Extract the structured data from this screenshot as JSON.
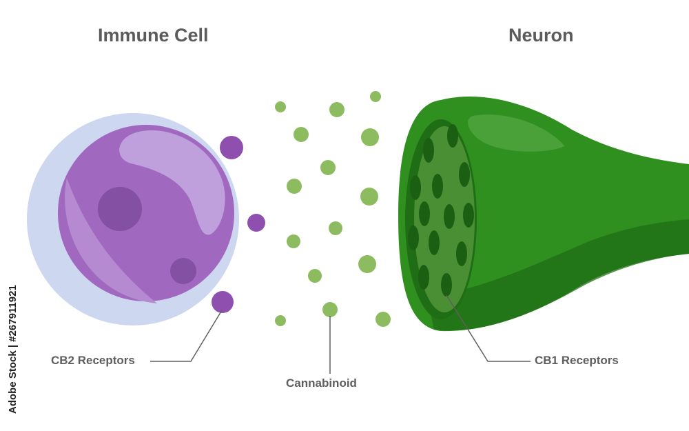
{
  "titles": {
    "immune_cell": "Immune Cell",
    "neuron": "Neuron"
  },
  "labels": {
    "cb2": "CB2 Receptors",
    "cannabinoid": "Cannabinoid",
    "cb1": "CB1 Receptors"
  },
  "stock_id": "Adobe Stock | #267911921",
  "colors": {
    "cell_membrane": "#cdd7f0",
    "cytoplasm": "#a168bf",
    "cytoplasm_shade": "#8f4fae",
    "nucleus": "#bfa0dd",
    "organelle": "#7c4a9e",
    "receptor_cb2": "#8f4fae",
    "neuron_body": "#2f8f1f",
    "neuron_dark": "#1f6d15",
    "neuron_highlight": "#56a845",
    "receptor_cb1": "#1b5f12",
    "receptor_field": "#4b8f35",
    "cannabinoid": "#8cbc5f",
    "leader_line": "#5f5f5f",
    "title_text": "#5b5b5b"
  }
}
